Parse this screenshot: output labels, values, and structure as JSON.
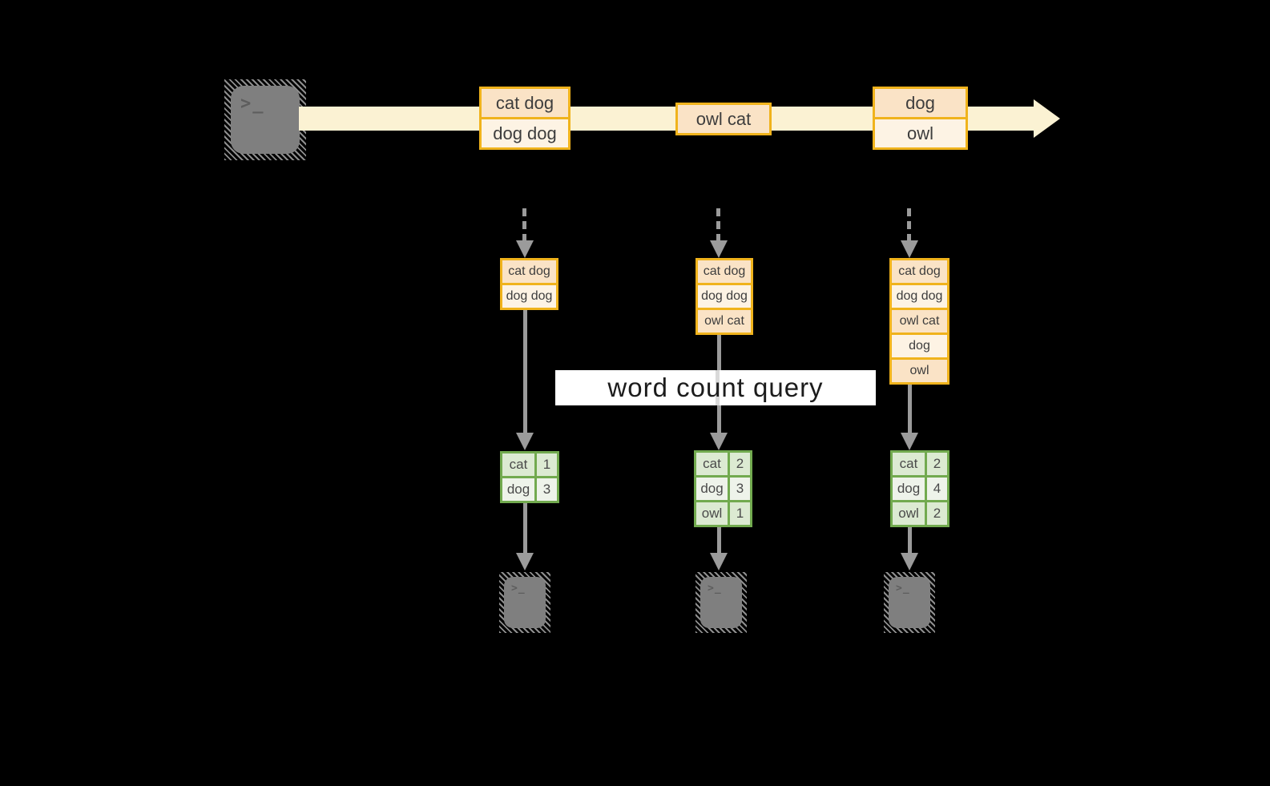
{
  "query_banner": {
    "label": "word count query"
  },
  "icons": {
    "terminal_prompt": ">_"
  },
  "stream": {
    "batches": [
      {
        "items": [
          "cat dog",
          "dog dog"
        ]
      },
      {
        "items": [
          "owl cat"
        ]
      },
      {
        "items": [
          "dog",
          "owl"
        ]
      }
    ]
  },
  "workers": [
    {
      "buffer": [
        "cat dog",
        "dog dog"
      ],
      "counts": [
        {
          "word": "cat",
          "count": "1"
        },
        {
          "word": "dog",
          "count": "3"
        }
      ]
    },
    {
      "buffer": [
        "cat dog",
        "dog dog",
        "owl cat"
      ],
      "counts": [
        {
          "word": "cat",
          "count": "2"
        },
        {
          "word": "dog",
          "count": "3"
        },
        {
          "word": "owl",
          "count": "1"
        }
      ]
    },
    {
      "buffer": [
        "cat dog",
        "dog dog",
        "owl cat",
        "dog",
        "owl"
      ],
      "counts": [
        {
          "word": "cat",
          "count": "2"
        },
        {
          "word": "dog",
          "count": "4"
        },
        {
          "word": "owl",
          "count": "2"
        }
      ]
    }
  ],
  "colors": {
    "background": "#000000",
    "stream_arrow": "#fbf2d3",
    "box_border": "#f0b31c",
    "box_fill_dark": "#fae3c6",
    "box_fill_light": "#fdf3e4",
    "table_border": "#72aa4f",
    "table_fill_dark": "#dcead2",
    "table_fill_light": "#eef3ea",
    "flow_arrow": "#9b9b9b",
    "banner_bg": "#ffffff",
    "text_dark": "#3d3d3d"
  }
}
